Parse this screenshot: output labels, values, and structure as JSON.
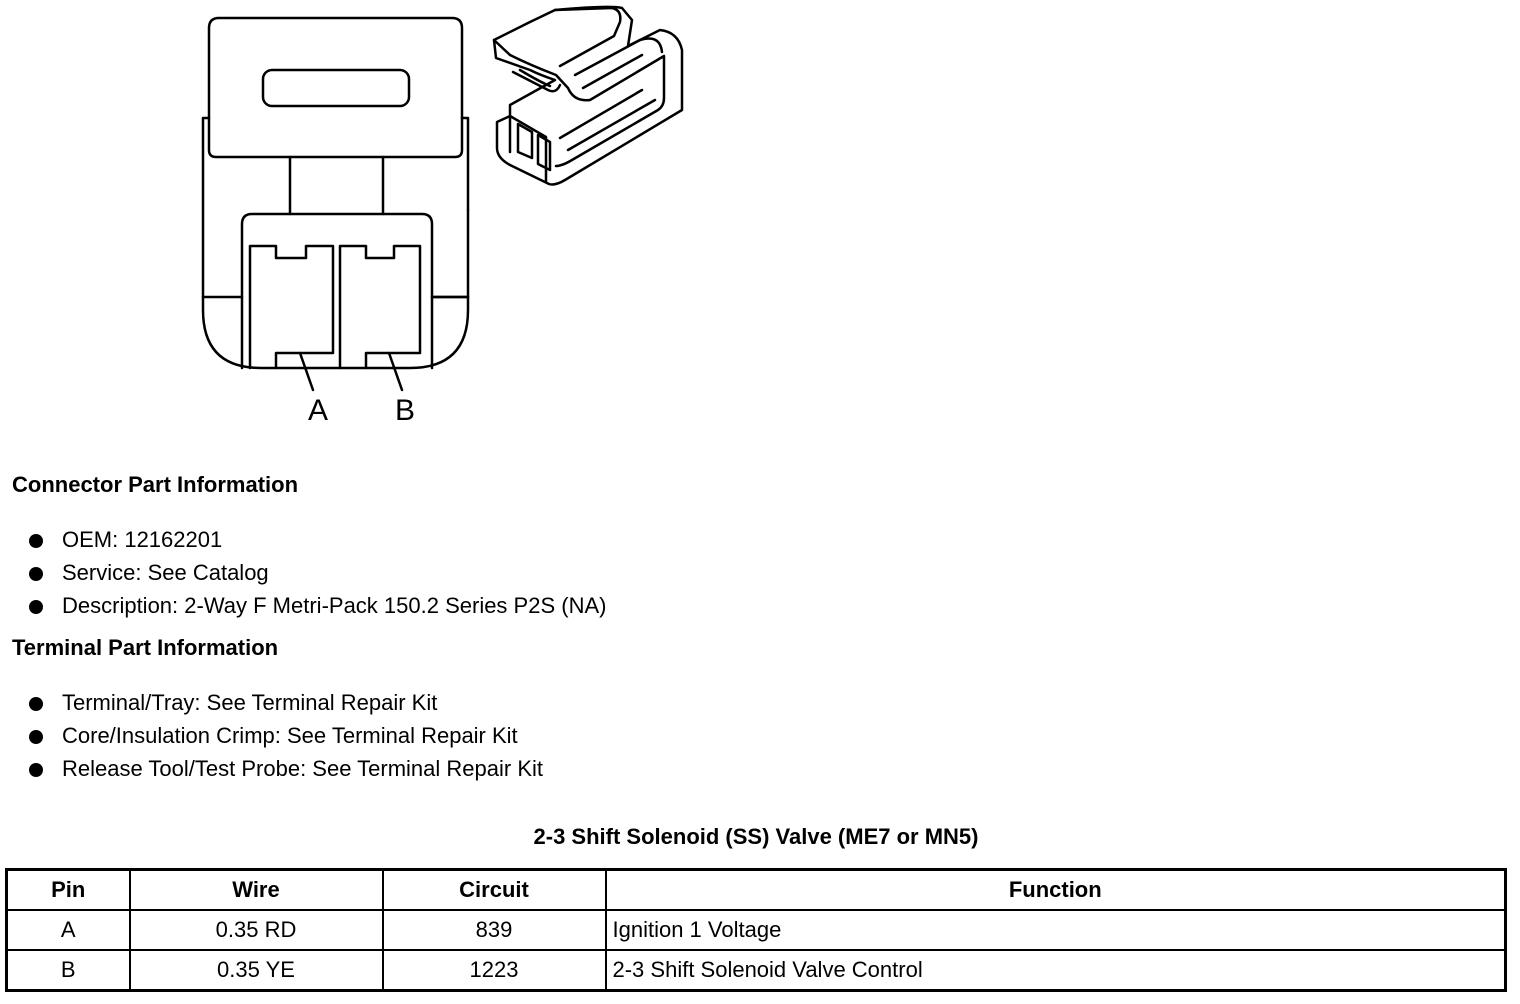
{
  "diagram": {
    "pin_labels": [
      "A",
      "B"
    ]
  },
  "connector_info": {
    "title": "Connector Part Information",
    "items": [
      "OEM: 12162201",
      "Service: See Catalog",
      "Description: 2-Way F Metri-Pack 150.2 Series P2S (NA)"
    ]
  },
  "terminal_info": {
    "title": "Terminal Part Information",
    "items": [
      "Terminal/Tray: See Terminal Repair Kit",
      "Core/Insulation Crimp: See Terminal Repair Kit",
      "Release Tool/Test Probe: See Terminal Repair Kit"
    ]
  },
  "pin_table": {
    "caption": "2-3 Shift Solenoid (SS) Valve (ME7 or MN5)",
    "headers": [
      "Pin",
      "Wire",
      "Circuit",
      "Function"
    ],
    "rows": [
      [
        "A",
        "0.35 RD",
        "839",
        "Ignition 1 Voltage"
      ],
      [
        "B",
        "0.35 YE",
        "1223",
        "2-3 Shift Solenoid Valve Control"
      ]
    ]
  }
}
